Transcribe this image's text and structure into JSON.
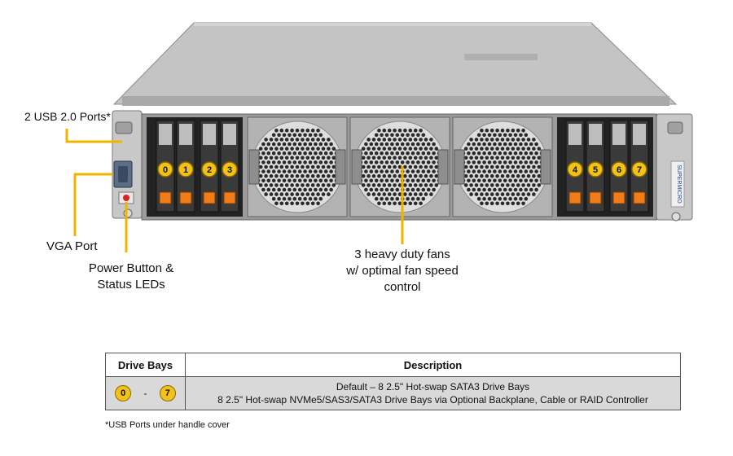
{
  "callouts": {
    "usb": "2 USB 2.0 Ports*",
    "vga": "VGA Port",
    "power_line1": "Power Button &",
    "power_line2": "Status LEDs",
    "fans_line1": "3 heavy  duty fans",
    "fans_line2": "w/ optimal fan speed",
    "fans_line3": "control"
  },
  "bay_numbers": [
    "0",
    "1",
    "2",
    "3",
    "4",
    "5",
    "6",
    "7"
  ],
  "brand_label": "SUPERMICRO",
  "table": {
    "headers": [
      "Drive Bays",
      "Description"
    ],
    "row": {
      "range_start": "0",
      "range_sep": "-",
      "range_end": "7",
      "desc_line1": "Default  – 8 2.5\" Hot-swap  SATA3  Drive  Bays",
      "desc_line2": "8 2.5\" Hot-swap NVMe5/SAS3/SATA3 Drive Bays via Optional Backplane, Cable  or RAID Controller"
    }
  },
  "footnote": "*USB  Ports under handle cover",
  "colors": {
    "callout_line": "#f0b400",
    "badge": "#f2c21b",
    "drive_latch": "#f07d1a",
    "chassis": "#b9b9b9"
  }
}
